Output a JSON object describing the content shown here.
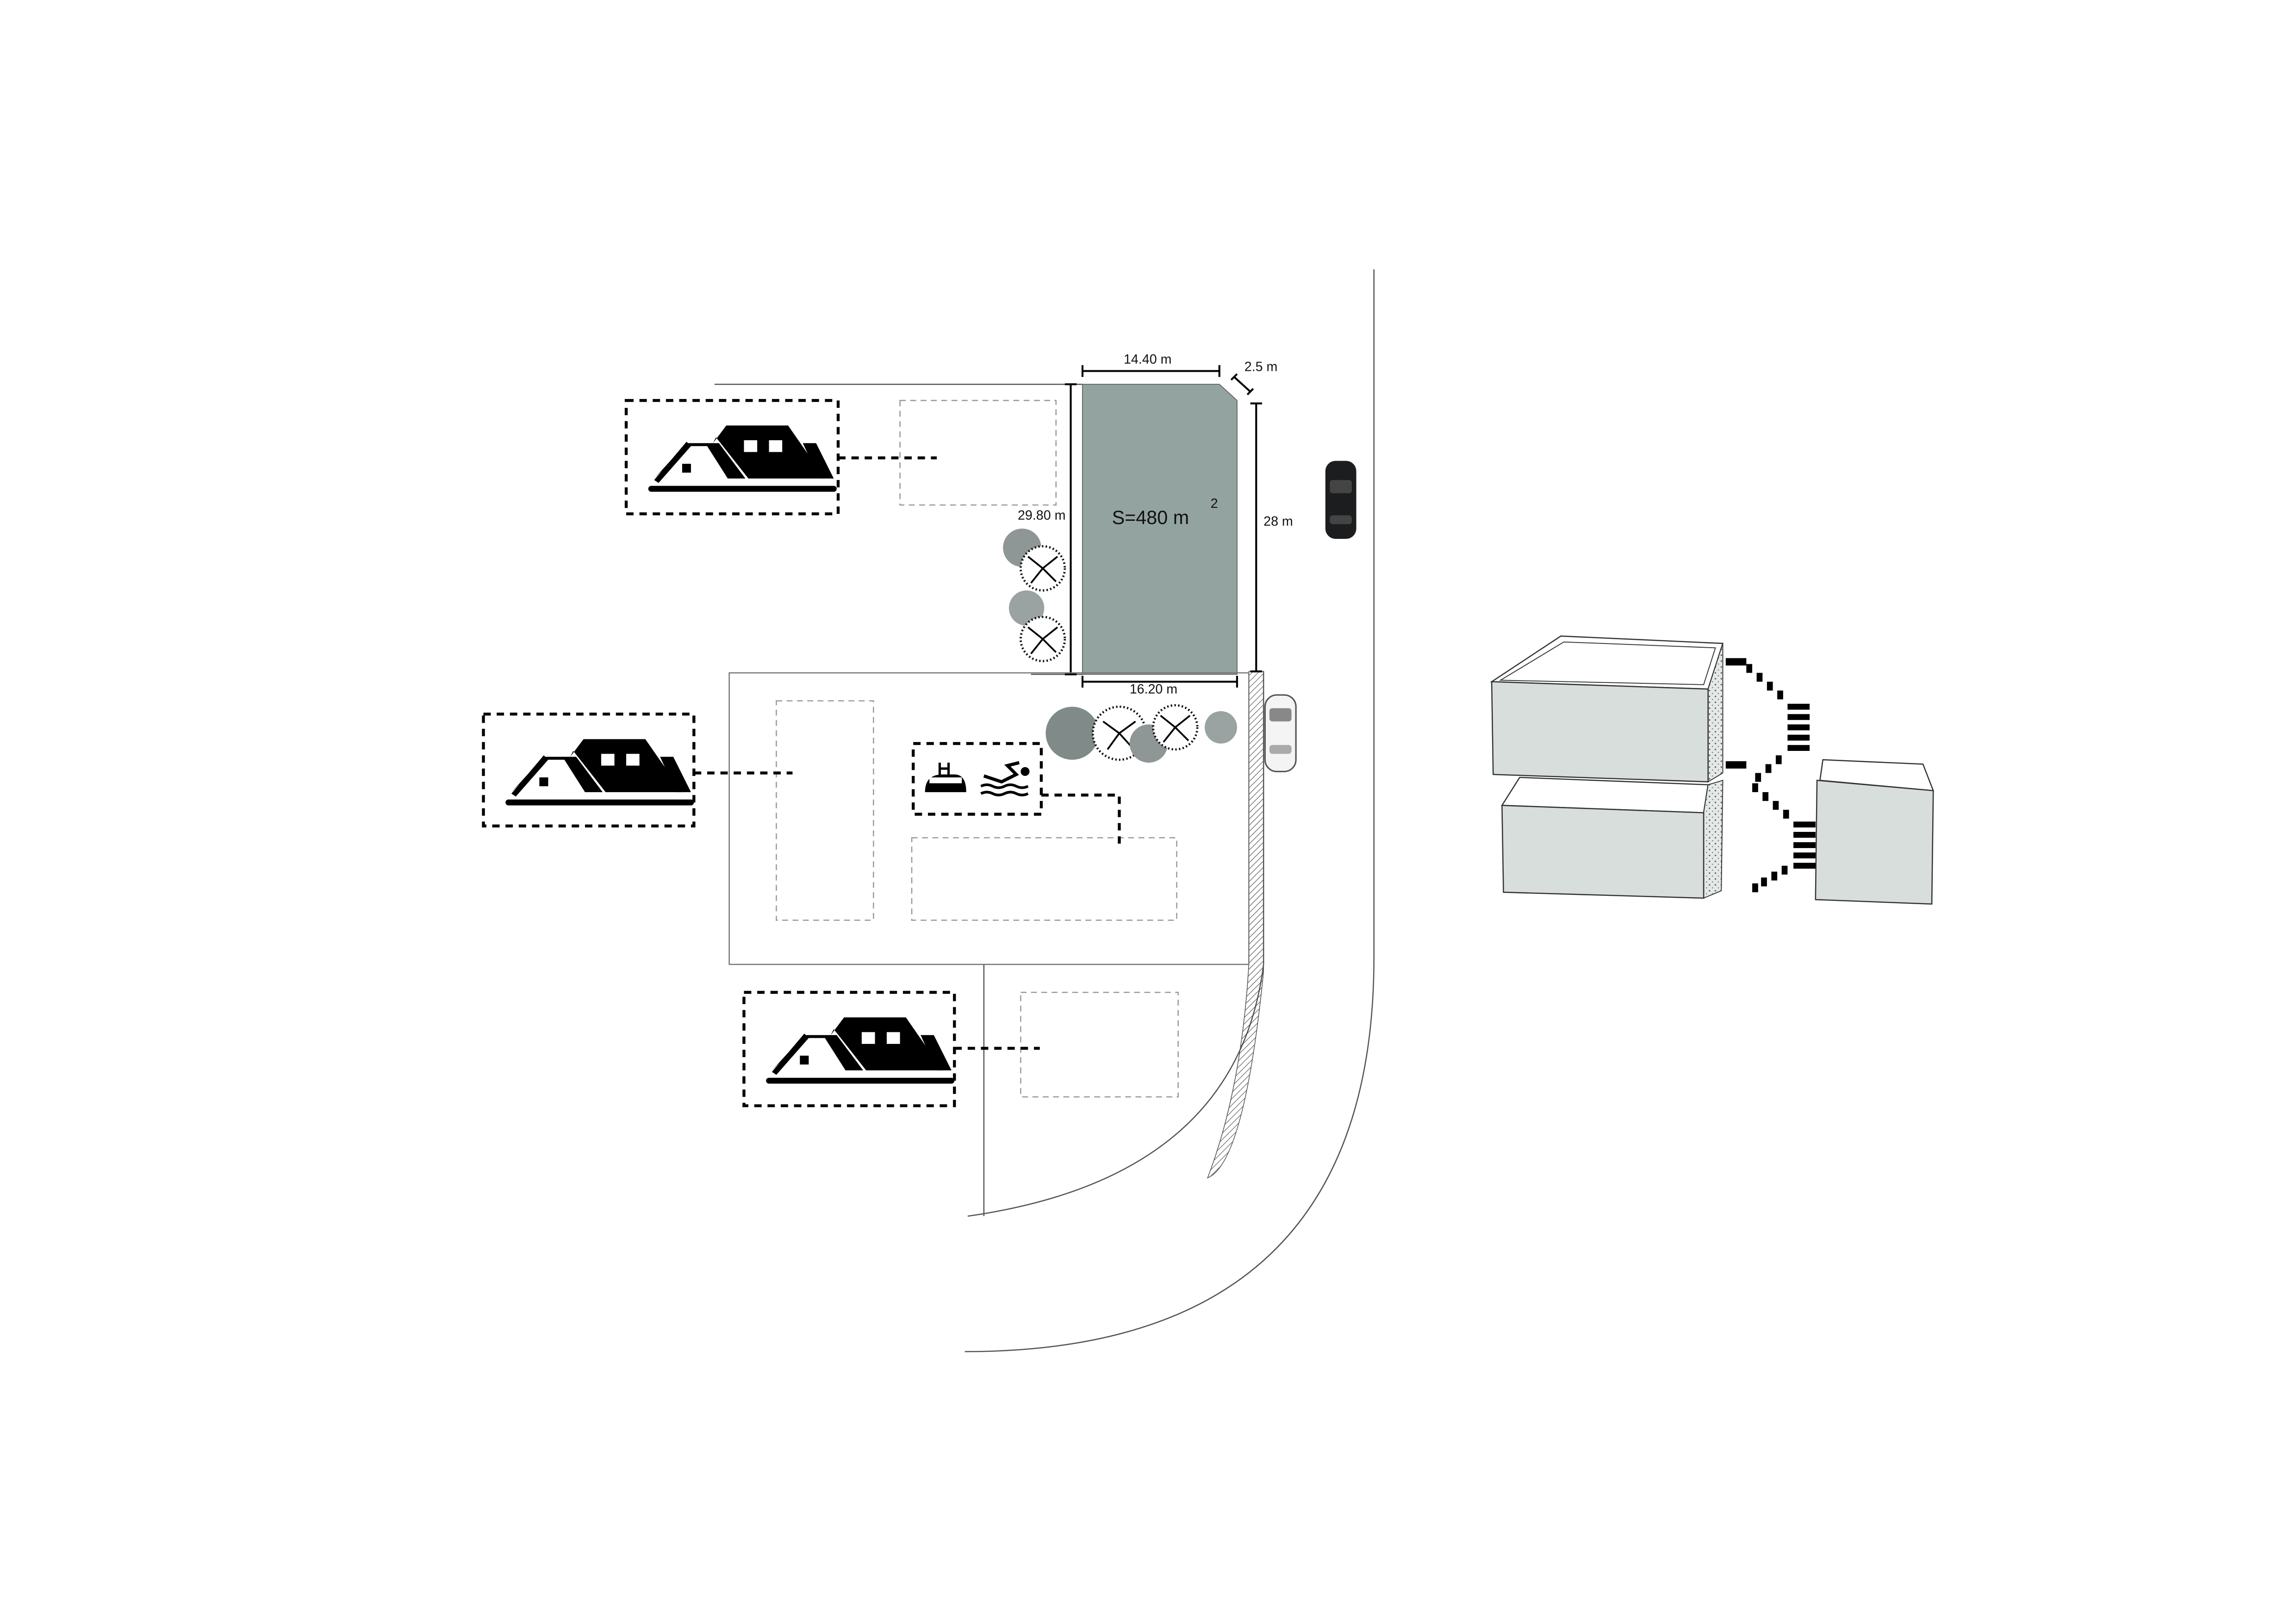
{
  "site_plan": {
    "plot": {
      "area_label": "S=480 m",
      "area_exponent": "2",
      "fill_color": "#93a3a0"
    },
    "dimensions": {
      "top": "14.40 m",
      "corner": "2.5 m",
      "left": "29.80 m",
      "right": "28 m",
      "bottom": "16.20 m"
    },
    "legend_icons": [
      "house-icon",
      "house-icon",
      "house-icon",
      "pool-ladder-icon",
      "swimmer-icon"
    ]
  },
  "axonometric": {
    "face_color": "#d7dedc"
  }
}
